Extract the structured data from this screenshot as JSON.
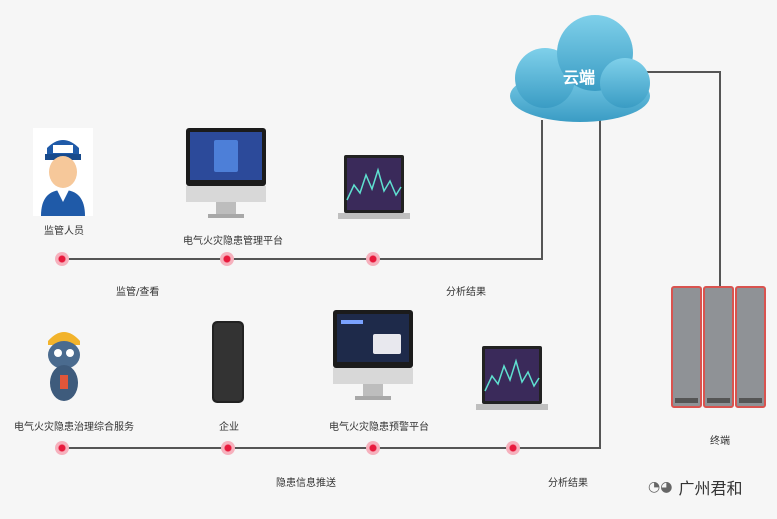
{
  "cloud": {
    "label": "云端"
  },
  "top_row": {
    "people_label": "监管人员",
    "platform_label": "电气火灾隐患管理平台",
    "edge_left_label": "监管/查看",
    "edge_right_label": "分析结果"
  },
  "bottom_row": {
    "service_label": "电气火灾隐患治理综合服务",
    "company_label": "企业",
    "warning_label": "电气火灾隐患预警平台",
    "edge_left_label": "隐患信息推送",
    "edge_right_label": "分析结果"
  },
  "terminal": {
    "label": "终端"
  },
  "watermark": {
    "text": "广州君和"
  },
  "colors": {
    "line": "#555555",
    "node": "#e8193c",
    "cloud": "#5bb8d6",
    "server_border": "#d9534f"
  }
}
